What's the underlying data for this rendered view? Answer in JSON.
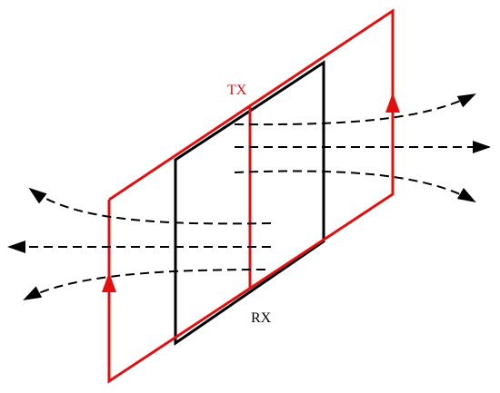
{
  "labels": {
    "tx": "TX",
    "rx": "RX"
  },
  "colors": {
    "tx": "#e01010",
    "rx": "#000000",
    "flux": "#000000",
    "background": "#ffffff"
  },
  "elements": {
    "tx_coil": "transmitter-coil",
    "rx_coil": "receiver-coil",
    "current_arrows": "current-direction-arrow",
    "flux_lines": "magnetic-flux-line"
  }
}
